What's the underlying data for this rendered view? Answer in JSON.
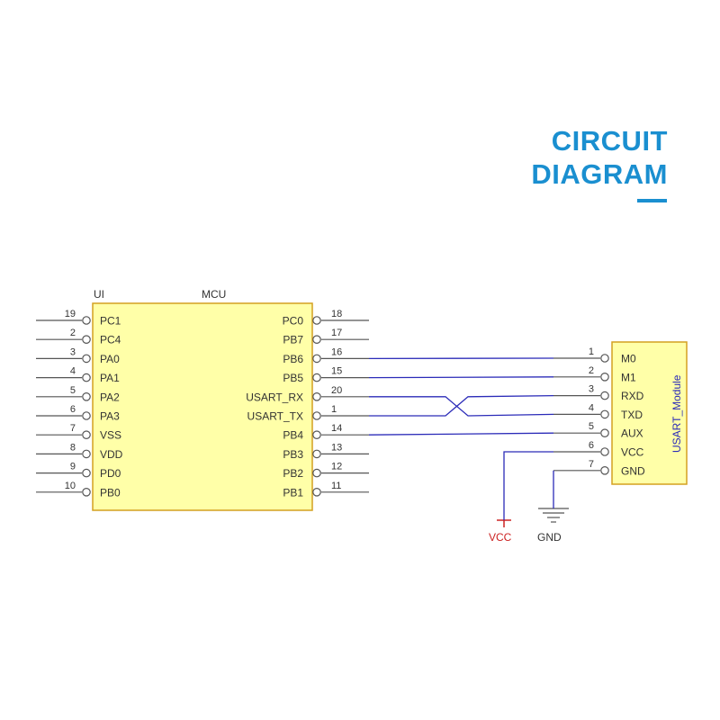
{
  "header": {
    "title_line1": "CIRCUIT",
    "title_line2": "DIAGRAM"
  },
  "mcu": {
    "ref": "UI",
    "name": "MCU",
    "left_pins": [
      {
        "num": "19",
        "name": "PC1"
      },
      {
        "num": "2",
        "name": "PC4"
      },
      {
        "num": "3",
        "name": "PA0"
      },
      {
        "num": "4",
        "name": "PA1"
      },
      {
        "num": "5",
        "name": "PA2"
      },
      {
        "num": "6",
        "name": "PA3"
      },
      {
        "num": "7",
        "name": "VSS"
      },
      {
        "num": "8",
        "name": "VDD"
      },
      {
        "num": "9",
        "name": "PD0"
      },
      {
        "num": "10",
        "name": "PB0"
      }
    ],
    "right_pins": [
      {
        "num": "18",
        "name": "PC0"
      },
      {
        "num": "17",
        "name": "PB7"
      },
      {
        "num": "16",
        "name": "PB6"
      },
      {
        "num": "15",
        "name": "PB5"
      },
      {
        "num": "20",
        "name": "USART_RX"
      },
      {
        "num": "1",
        "name": "USART_TX"
      },
      {
        "num": "14",
        "name": "PB4"
      },
      {
        "num": "13",
        "name": "PB3"
      },
      {
        "num": "12",
        "name": "PB2"
      },
      {
        "num": "11",
        "name": "PB1"
      }
    ]
  },
  "module": {
    "name": "USART_Module",
    "pins": [
      {
        "num": "1",
        "name": "M0"
      },
      {
        "num": "2",
        "name": "M1"
      },
      {
        "num": "3",
        "name": "RXD"
      },
      {
        "num": "4",
        "name": "TXD"
      },
      {
        "num": "5",
        "name": "AUX"
      },
      {
        "num": "6",
        "name": "VCC"
      },
      {
        "num": "7",
        "name": "GND"
      }
    ]
  },
  "power": {
    "vcc_label": "VCC",
    "gnd_label": "GND"
  },
  "colors": {
    "title": "#1a8fd0",
    "wire": "#2b2bb8",
    "chip_fill": "#ffffa8",
    "chip_stroke": "#d4a020",
    "vcc": "#cc2222"
  }
}
